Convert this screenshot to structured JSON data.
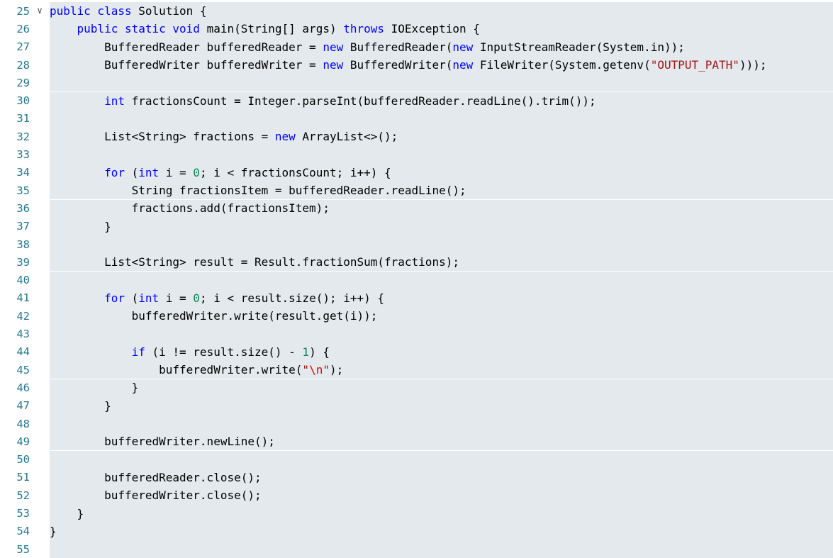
{
  "lines": [
    {
      "n": "25",
      "fold": "∨",
      "seg": [
        [
          "kw",
          "public class "
        ],
        [
          "",
          "Solution {"
        ]
      ]
    },
    {
      "n": "26",
      "seg": [
        [
          "",
          "    "
        ],
        [
          "kw",
          "public static void "
        ],
        [
          "",
          "main(String[] args) "
        ],
        [
          "kw",
          "throws "
        ],
        [
          "",
          "IOException {"
        ]
      ]
    },
    {
      "n": "27",
      "seg": [
        [
          "",
          "        BufferedReader bufferedReader = "
        ],
        [
          "kw",
          "new "
        ],
        [
          "",
          "BufferedReader("
        ],
        [
          "kw",
          "new "
        ],
        [
          "",
          "InputStreamReader(System.in));"
        ]
      ]
    },
    {
      "n": "28",
      "seg": [
        [
          "",
          "        BufferedWriter bufferedWriter = "
        ],
        [
          "kw",
          "new "
        ],
        [
          "",
          "BufferedWriter("
        ],
        [
          "kw",
          "new "
        ],
        [
          "",
          "FileWriter(System.getenv("
        ],
        [
          "str",
          "\"OUTPUT_PATH\""
        ],
        [
          "",
          ")));"
        ]
      ]
    },
    {
      "n": "29",
      "seg": []
    },
    {
      "n": "30",
      "seg": [
        [
          "",
          "        "
        ],
        [
          "kw",
          "int "
        ],
        [
          "",
          "fractionsCount = Integer.parseInt(bufferedReader.readLine().trim());"
        ]
      ]
    },
    {
      "n": "31",
      "seg": []
    },
    {
      "n": "32",
      "seg": [
        [
          "",
          "        List<String> fractions = "
        ],
        [
          "kw",
          "new "
        ],
        [
          "",
          "ArrayList<>();"
        ]
      ]
    },
    {
      "n": "33",
      "seg": []
    },
    {
      "n": "34",
      "seg": [
        [
          "",
          "        "
        ],
        [
          "kw",
          "for "
        ],
        [
          "",
          "("
        ],
        [
          "kw",
          "int "
        ],
        [
          "",
          "i = "
        ],
        [
          "num",
          "0"
        ],
        [
          "",
          "; i < fractionsCount; i++) {"
        ]
      ]
    },
    {
      "n": "35",
      "seg": [
        [
          "",
          "            String fractionsItem = bufferedReader.readLine();"
        ]
      ]
    },
    {
      "n": "36",
      "seg": [
        [
          "",
          "            fractions.add(fractionsItem);"
        ]
      ]
    },
    {
      "n": "37",
      "seg": [
        [
          "",
          "        }"
        ]
      ]
    },
    {
      "n": "38",
      "seg": []
    },
    {
      "n": "39",
      "seg": [
        [
          "",
          "        List<String> result = Result.fractionSum(fractions);"
        ]
      ]
    },
    {
      "n": "40",
      "seg": []
    },
    {
      "n": "41",
      "seg": [
        [
          "",
          "        "
        ],
        [
          "kw",
          "for "
        ],
        [
          "",
          "("
        ],
        [
          "kw",
          "int "
        ],
        [
          "",
          "i = "
        ],
        [
          "num",
          "0"
        ],
        [
          "",
          "; i < result.size(); i++) {"
        ]
      ]
    },
    {
      "n": "42",
      "seg": [
        [
          "",
          "            bufferedWriter.write(result.get(i));"
        ]
      ]
    },
    {
      "n": "43",
      "seg": []
    },
    {
      "n": "44",
      "seg": [
        [
          "",
          "            "
        ],
        [
          "kw",
          "if "
        ],
        [
          "",
          "(i != result.size() - "
        ],
        [
          "num",
          "1"
        ],
        [
          "",
          ") {"
        ]
      ]
    },
    {
      "n": "45",
      "seg": [
        [
          "",
          "                bufferedWriter.write("
        ],
        [
          "str",
          "\""
        ],
        [
          "esc",
          "\\n"
        ],
        [
          "str",
          "\""
        ],
        [
          "",
          ");"
        ]
      ]
    },
    {
      "n": "46",
      "seg": [
        [
          "",
          "            }"
        ]
      ]
    },
    {
      "n": "47",
      "seg": [
        [
          "",
          "        }"
        ]
      ]
    },
    {
      "n": "48",
      "seg": []
    },
    {
      "n": "49",
      "seg": [
        [
          "",
          "        bufferedWriter.newLine();"
        ]
      ]
    },
    {
      "n": "50",
      "seg": []
    },
    {
      "n": "51",
      "seg": [
        [
          "",
          "        bufferedReader.close();"
        ]
      ]
    },
    {
      "n": "52",
      "seg": [
        [
          "",
          "        bufferedWriter.close();"
        ]
      ]
    },
    {
      "n": "53",
      "seg": [
        [
          "",
          "    }"
        ]
      ]
    },
    {
      "n": "54",
      "seg": [
        [
          "",
          "}"
        ]
      ]
    },
    {
      "n": "55",
      "seg": []
    }
  ]
}
